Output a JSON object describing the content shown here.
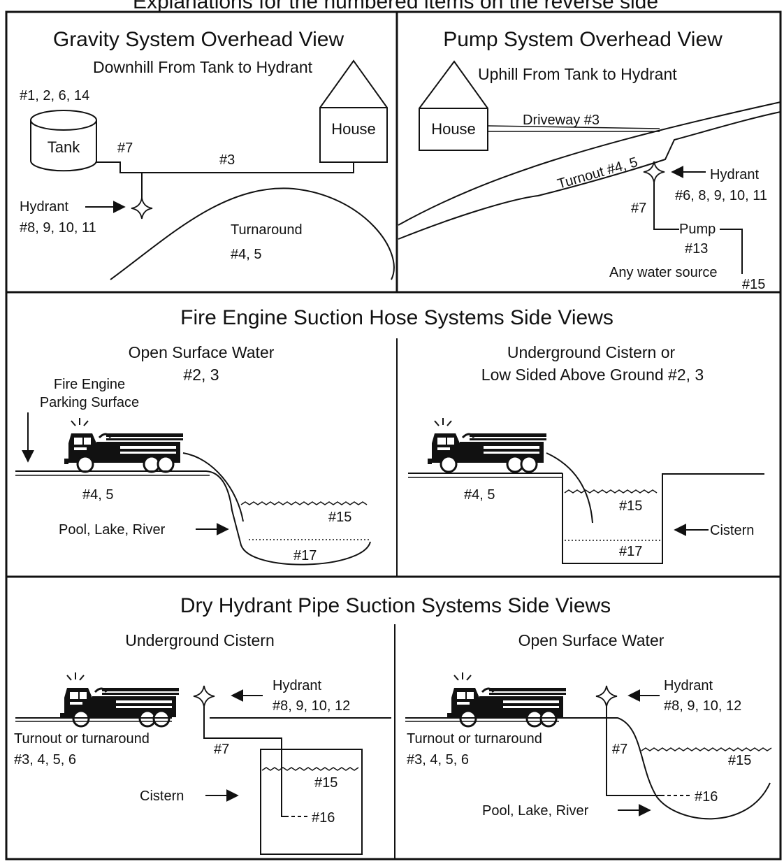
{
  "top_caption": "Explanations for the numbered items on the reverse side",
  "gravity": {
    "title": "Gravity System Overhead View",
    "subtitle": "Downhill From Tank to Hydrant",
    "tank_refs": "#1, 2, 6, 14",
    "tank_label": "Tank",
    "house_label": "House",
    "pipe_ref_7": "#7",
    "pipe_ref_3": "#3",
    "hydrant_label": "Hydrant",
    "hydrant_refs": "#8, 9, 10, 11",
    "turnaround_label": "Turnaround",
    "turnaround_refs": "#4, 5"
  },
  "pump": {
    "title": "Pump System Overhead View",
    "subtitle": "Uphill From Tank to Hydrant",
    "house_label": "House",
    "driveway_label": "Driveway #3",
    "turnout_label": "Turnout #4, 5",
    "hydrant_label": "Hydrant",
    "hydrant_refs": "#6, 8, 9, 10, 11",
    "pipe_ref_7": "#7",
    "pump_label": "Pump",
    "pump_ref": "#13",
    "source_label": "Any water source",
    "source_ref": "#15"
  },
  "suction_hose": {
    "title": "Fire Engine Suction Hose Systems Side Views",
    "left": {
      "subtitle_line1": "Open Surface Water",
      "subtitle_line2": "#2, 3",
      "parking_line1": "Fire Engine",
      "parking_line2": "Parking Surface",
      "surface_refs": "#4, 5",
      "water_ref": "#15",
      "bottom_ref": "#17",
      "water_label": "Pool, Lake, River"
    },
    "right": {
      "subtitle_line1": "Underground Cistern or",
      "subtitle_line2": "Low Sided Above Ground #2, 3",
      "surface_refs": "#4, 5",
      "water_ref": "#15",
      "bottom_ref": "#17",
      "cistern_label": "Cistern"
    }
  },
  "dry_hydrant": {
    "title": "Dry Hydrant Pipe Suction Systems Side Views",
    "left": {
      "subtitle": "Underground Cistern",
      "hydrant_label": "Hydrant",
      "hydrant_refs": "#8, 9, 10, 12",
      "turnout_line1": "Turnout or turnaround",
      "turnout_line2": "#3, 4, 5, 6",
      "pipe_ref_7": "#7",
      "water_ref": "#15",
      "strainer_ref": "#16",
      "cistern_label": "Cistern"
    },
    "right": {
      "subtitle": "Open Surface Water",
      "hydrant_label": "Hydrant",
      "hydrant_refs": "#8, 9, 10, 12",
      "turnout_line1": "Turnout or turnaround",
      "turnout_line2": "#3, 4, 5, 6",
      "pipe_ref_7": "#7",
      "water_ref": "#15",
      "strainer_ref": "#16",
      "water_label": "Pool, Lake, River"
    }
  }
}
